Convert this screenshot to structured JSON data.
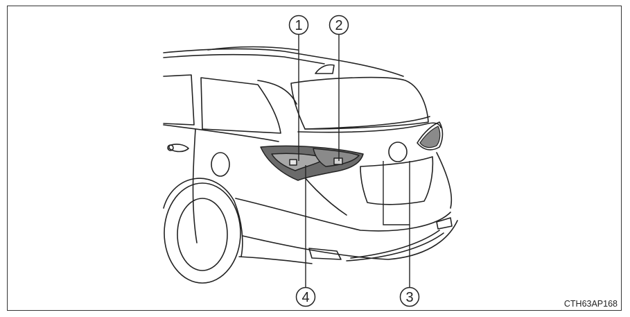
{
  "callouts": [
    {
      "id": "1",
      "label": "1"
    },
    {
      "id": "2",
      "label": "2"
    },
    {
      "id": "3",
      "label": "3"
    },
    {
      "id": "4",
      "label": "4"
    }
  ],
  "image_code": "CTH63AP168",
  "colors": {
    "line": "#222222",
    "lamp_dark": "#6b6b6b",
    "lamp_light": "#a8a8a8",
    "frame": "#333333"
  }
}
